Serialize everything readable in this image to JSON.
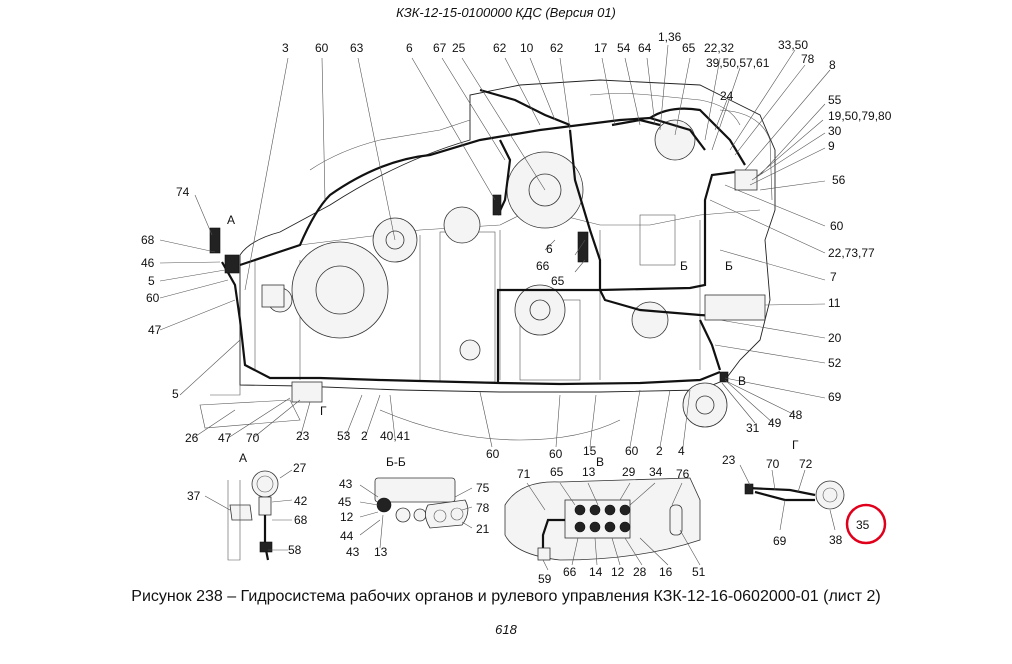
{
  "header": "КЗК-12-15-0100000 КДС  (Версия 01)",
  "caption": "Рисунок 238 – Гидросистема рабочих органов и рулевого управления КЗК-12-16-0602000-01 (лист 2)",
  "page_number": "618",
  "highlight_label": "35",
  "highlight_color": "#e0001b",
  "labels": {
    "top": [
      "3",
      "60",
      "63",
      "6",
      "67",
      "25",
      "62",
      "10",
      "62",
      "17",
      "54",
      "64",
      "1,36",
      "65",
      "22,32",
      "39,50,57,61",
      "33,50",
      "78",
      "8",
      "24"
    ],
    "right": [
      "55",
      "19,50,79,80",
      "30",
      "9",
      "56",
      "60",
      "22,73,77",
      "7",
      "11",
      "20",
      "52",
      "69",
      "48",
      "49",
      "31"
    ],
    "left": [
      "74",
      "68",
      "46",
      "5",
      "60",
      "47",
      "5",
      "26",
      "47",
      "70",
      "23",
      "53",
      "2",
      "40,41",
      "60",
      "60",
      "15",
      "60",
      "2",
      "4"
    ],
    "middle": [
      "6",
      "66",
      "65",
      "Б",
      "Б",
      "В",
      "Г",
      "А"
    ],
    "section_titles": [
      "А",
      "Б-Б",
      "В",
      "Г"
    ],
    "view_a": [
      "27",
      "37",
      "42",
      "68",
      "58"
    ],
    "view_bb": [
      "43",
      "45",
      "12",
      "44",
      "43",
      "13",
      "75",
      "78",
      "21"
    ],
    "view_v": [
      "71",
      "65",
      "13",
      "29",
      "34",
      "76",
      "59",
      "66",
      "14",
      "12",
      "28",
      "16",
      "51"
    ],
    "view_g": [
      "23",
      "70",
      "72",
      "69",
      "38",
      "35"
    ]
  }
}
